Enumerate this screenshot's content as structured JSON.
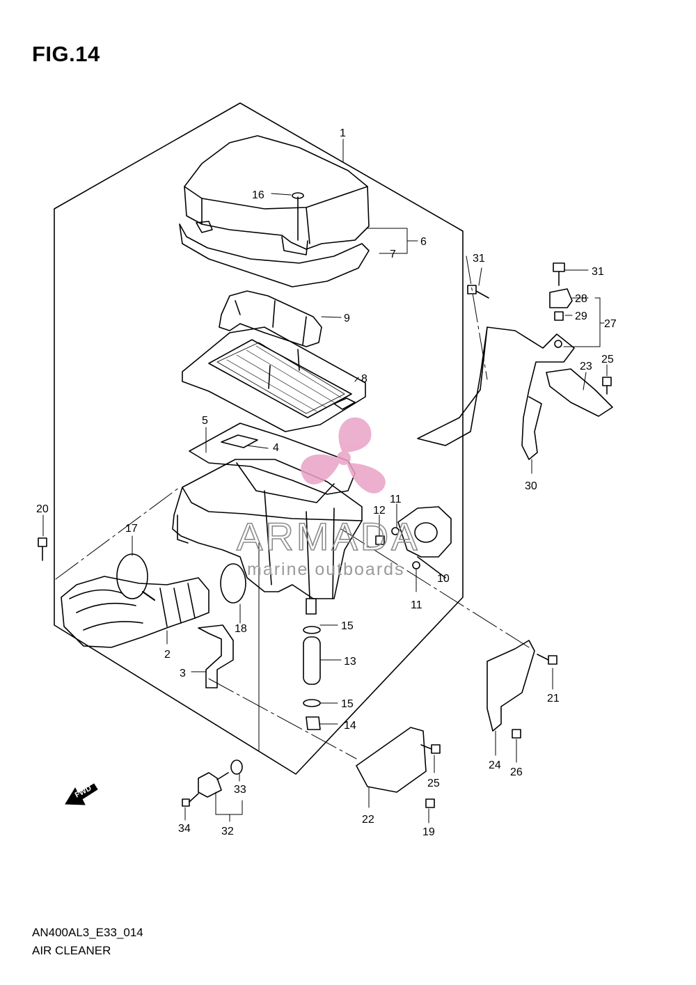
{
  "figure_title": "FIG.14",
  "footer": {
    "model_code": "AN400AL3_E33_014",
    "section_name": "AIR CLEANER"
  },
  "watermark": {
    "brand": "ARMADA",
    "tagline": "marine outboards",
    "logo_color": "#e9a3c6"
  },
  "fwd_marker": "FWD",
  "part_labels": [
    "1",
    "2",
    "3",
    "4",
    "5",
    "6",
    "7",
    "8",
    "9",
    "10",
    "11",
    "11",
    "12",
    "13",
    "14",
    "15",
    "15",
    "16",
    "17",
    "18",
    "19",
    "20",
    "21",
    "22",
    "23",
    "24",
    "25",
    "25",
    "26",
    "27",
    "28",
    "29",
    "30",
    "31",
    "31",
    "32",
    "33",
    "34"
  ]
}
